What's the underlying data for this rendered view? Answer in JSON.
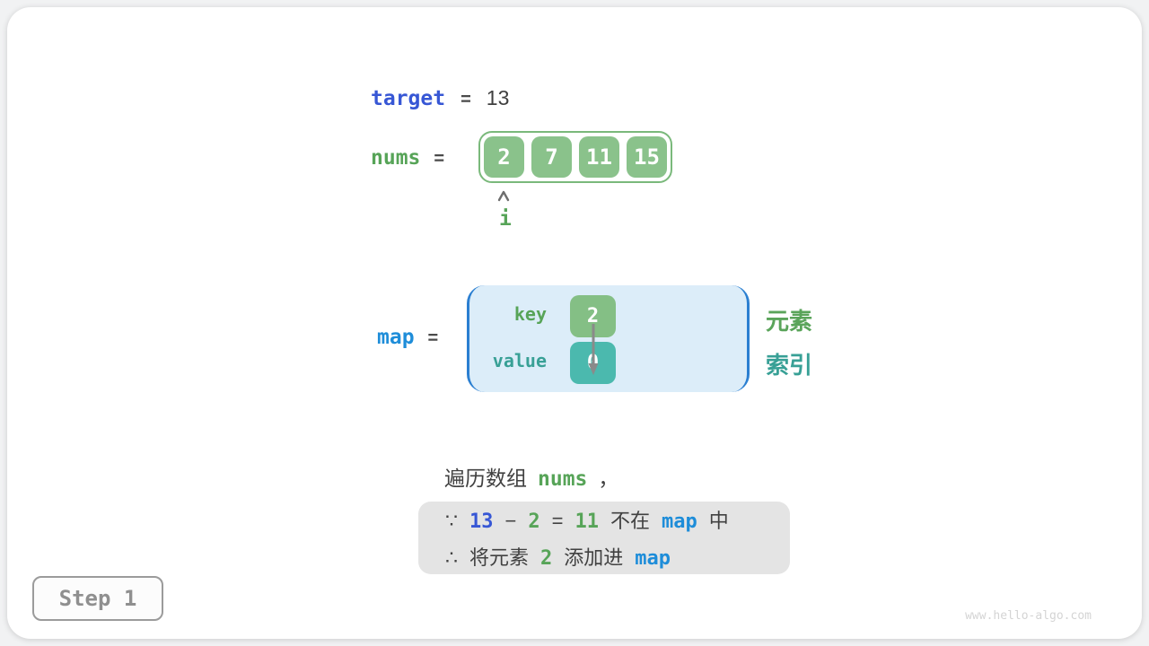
{
  "colors": {
    "royal_blue": "#3757D5",
    "sky_blue": "#1E8DD9",
    "green_text": "#57A458",
    "teal_text": "#38A096",
    "green_cell": "#8AC28B",
    "teal_cell": "#4BB9AE",
    "array_border": "#7AB97B",
    "map_fill": "#DCEDF9",
    "map_border": "#2B7FD1",
    "note_bg": "#E4E4E4",
    "dark_text": "#414141"
  },
  "target_row": {
    "variable": "target",
    "equals": "=",
    "value": "13"
  },
  "nums_row": {
    "variable": "nums",
    "equals": "=",
    "cells": [
      "2",
      "7",
      "11",
      "15"
    ],
    "pointer": "i"
  },
  "map_section": {
    "variable": "map",
    "equals": "=",
    "key_label": "key",
    "key_cell": "2",
    "value_label": "value",
    "value_cell": "0",
    "legend_top": "元素",
    "legend_bottom": "索引"
  },
  "caption": {
    "prefix": "遍历数组",
    "code": "nums",
    "comma": "，"
  },
  "note": {
    "lines": [
      {
        "tokens": [
          {
            "t": "∵",
            "c": "dark"
          },
          {
            "t": "13",
            "c": "blue",
            "m": true
          },
          {
            "t": "−",
            "c": "dark"
          },
          {
            "t": "2",
            "c": "green",
            "m": true
          },
          {
            "t": "=",
            "c": "dark"
          },
          {
            "t": "11",
            "c": "green",
            "m": true
          },
          {
            "t": "不在",
            "c": "dark"
          },
          {
            "t": "map",
            "c": "lblue",
            "m": true
          },
          {
            "t": "中",
            "c": "dark"
          }
        ]
      },
      {
        "tokens": [
          {
            "t": "∴",
            "c": "dark"
          },
          {
            "t": "将元素",
            "c": "dark"
          },
          {
            "t": "2",
            "c": "green",
            "m": true
          },
          {
            "t": "添加进",
            "c": "dark"
          },
          {
            "t": "map",
            "c": "lblue",
            "m": true
          }
        ]
      }
    ]
  },
  "step_badge": "Step 1",
  "watermark": "www.hello-algo.com"
}
